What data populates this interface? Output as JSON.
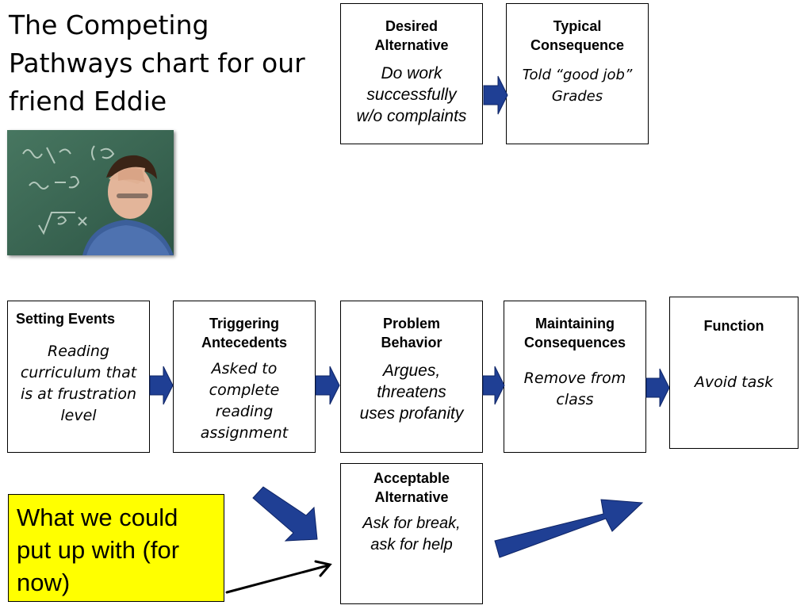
{
  "title": "The Competing\nPathways chart for our\nfriend Eddie",
  "colors": {
    "arrow_fill": "#1f3f94",
    "arrow_stroke": "#0e2466",
    "note_bg": "#ffff00"
  },
  "photo": {
    "icon": "student-frustrated-at-chalkboard-photo"
  },
  "boxes": {
    "desired": {
      "head": "Desired\nAlternative",
      "body": "Do work\nsuccessfully\nw/o complaints"
    },
    "typical": {
      "head": "Typical\nConsequence",
      "body": "Told “good job”\nGrades"
    },
    "setting": {
      "head": "Setting Events",
      "body": "Reading\ncurriculum that\nis at frustration\nlevel"
    },
    "trigger": {
      "head": "Triggering\nAntecedents",
      "body": "Asked to\ncomplete\nreading\nassignment"
    },
    "problem": {
      "head": "Problem\nBehavior",
      "body": "Argues,\nthreatens\nuses profanity"
    },
    "maintain": {
      "head": "Maintaining\nConsequences",
      "body": "Remove from\nclass"
    },
    "function": {
      "head": "Function",
      "body": "Avoid task"
    },
    "acceptable": {
      "head": "Acceptable\nAlternative",
      "body": "Ask for break,\nask for help"
    }
  },
  "note": "What we could\nput up with (for\nnow)"
}
